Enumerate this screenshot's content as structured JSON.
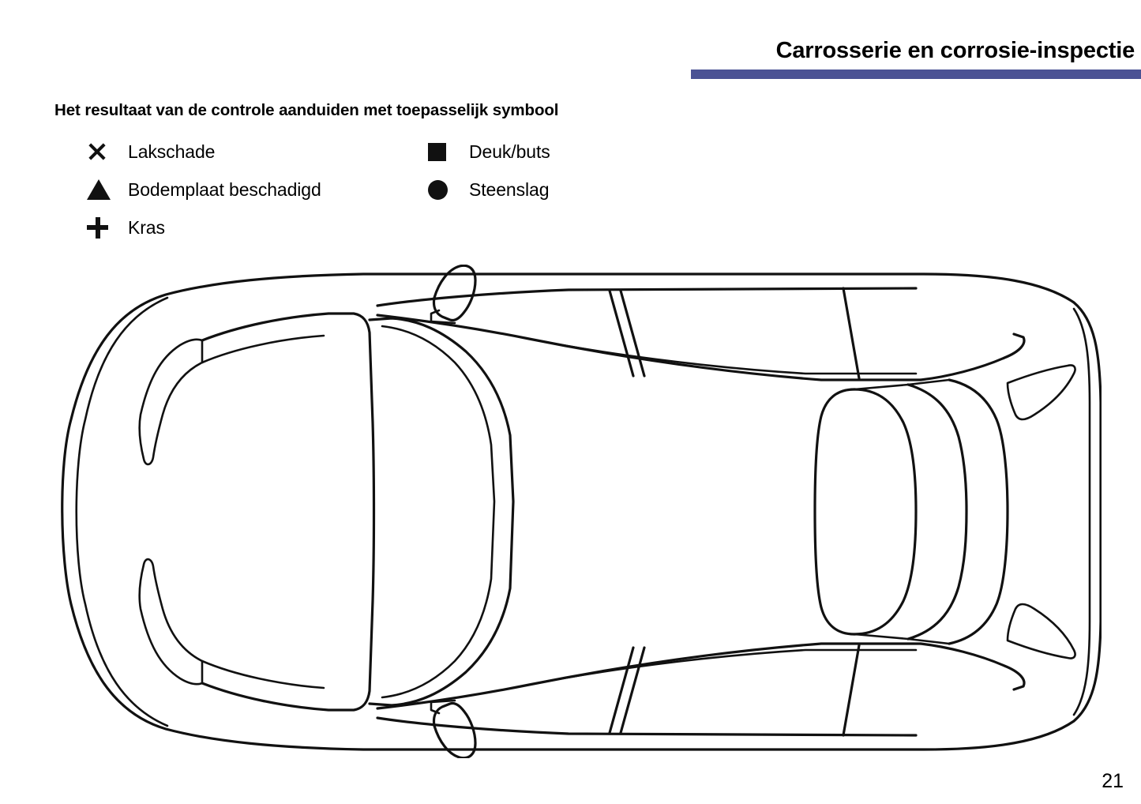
{
  "header": {
    "title": "Carrosserie en corrosie-inspectie",
    "rule_color": "#4a5294"
  },
  "instruction": "Het resultaat van de controle aanduiden met toepasselijk symbool",
  "legend": {
    "left_column": [
      {
        "symbol": "x-mark-icon",
        "label": "Lakschade"
      },
      {
        "symbol": "filled-triangle-icon",
        "label": "Bodemplaat beschadigd"
      },
      {
        "symbol": "plus-mark-icon",
        "label": "Kras"
      }
    ],
    "right_column": [
      {
        "symbol": "filled-square-icon",
        "label": "Deuk/buts"
      },
      {
        "symbol": "filled-circle-icon",
        "label": "Steenslag"
      }
    ]
  },
  "diagram": {
    "name": "car-top-view-outline",
    "description": "Line drawing of a car seen from above",
    "stroke_color": "#111111"
  },
  "page_number": "21"
}
